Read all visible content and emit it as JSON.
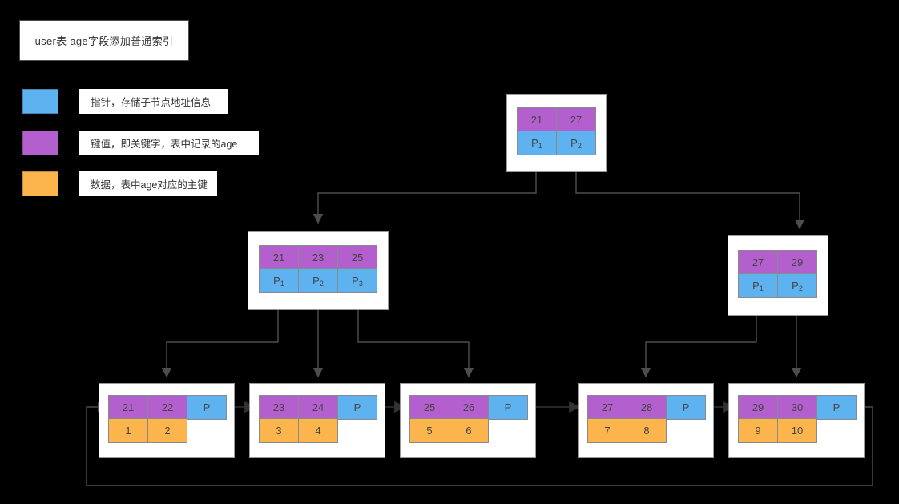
{
  "title": {
    "text": "user表 age字段添加普通索引"
  },
  "legend": {
    "items": [
      {
        "color": "#5fb2f0",
        "swatch_name": "pointer-color-swatch",
        "label": "指针，存储子节点地址信息"
      },
      {
        "color": "#b35fcd",
        "swatch_name": "key-color-swatch",
        "label": "键值，即关键字，表中记录的age"
      },
      {
        "color": "#fcb44d",
        "swatch_name": "data-color-swatch",
        "label": "数据，表中age对应的主键"
      }
    ]
  },
  "colors": {
    "pointer": "#5fb2f0",
    "key": "#b35fcd",
    "data": "#fcb44d",
    "node_bg": "#ffffff",
    "node_border": "#9a9a9a",
    "wire": "#4d4d4d",
    "background": "#000000"
  },
  "tree": {
    "root": {
      "name": "root-node",
      "keys": [
        "21",
        "27"
      ],
      "pointers": [
        "P",
        "P"
      ],
      "pointer_subs": [
        "1",
        "2"
      ]
    },
    "internal": [
      {
        "name": "internal-node-left",
        "keys": [
          "21",
          "23",
          "25"
        ],
        "pointers": [
          "P",
          "P",
          "P"
        ],
        "pointer_subs": [
          "1",
          "2",
          "3"
        ]
      },
      {
        "name": "internal-node-right",
        "keys": [
          "27",
          "29"
        ],
        "pointers": [
          "P",
          "P"
        ],
        "pointer_subs": [
          "1",
          "2"
        ]
      }
    ],
    "leaves": [
      {
        "name": "leaf-node-1",
        "keys": [
          "21",
          "22"
        ],
        "pointer": "P",
        "data": [
          "1",
          "2"
        ]
      },
      {
        "name": "leaf-node-2",
        "keys": [
          "23",
          "24"
        ],
        "pointer": "P",
        "data": [
          "3",
          "4"
        ]
      },
      {
        "name": "leaf-node-3",
        "keys": [
          "25",
          "26"
        ],
        "pointer": "P",
        "data": [
          "5",
          "6"
        ]
      },
      {
        "name": "leaf-node-4",
        "keys": [
          "27",
          "28"
        ],
        "pointer": "P",
        "data": [
          "7",
          "8"
        ]
      },
      {
        "name": "leaf-node-5",
        "keys": [
          "29",
          "30"
        ],
        "pointer": "P",
        "data": [
          "9",
          "10"
        ]
      }
    ]
  }
}
